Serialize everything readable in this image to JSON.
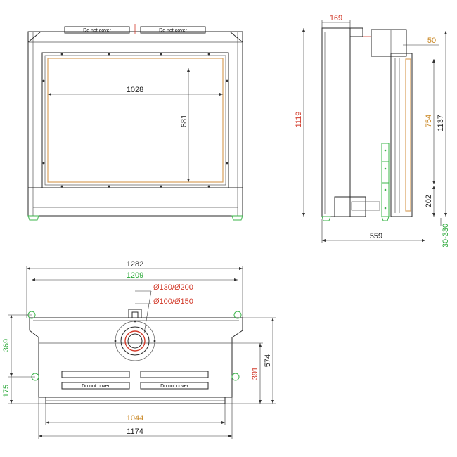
{
  "colors": {
    "line": "#2a2a2a",
    "dim_black": "#222222",
    "dim_red": "#d23a2a",
    "dim_green": "#2aa838",
    "dim_orange": "#c8841e",
    "glass_outline": "#d9a15c",
    "feet": "#3bb54a"
  },
  "front_view": {
    "label_left": "Do not cover",
    "label_right": "Do not cover",
    "dim_width": "1028",
    "dim_height": "681"
  },
  "side_view": {
    "dim_top_depth": "169",
    "dim_small_top": "50",
    "dim_total_height": "1119",
    "dim_glass_height": "754",
    "dim_overall_height": "1137",
    "dim_base": "202",
    "dim_depth": "559",
    "dim_adjust": "30-330"
  },
  "top_view": {
    "dim_outer": "1282",
    "dim_inner": "1209",
    "dim_flue_outer": "Ø130/Ø200",
    "dim_flue_inner": "Ø100/Ø150",
    "dim_depth_left": "369",
    "dim_bottom_left": "175",
    "dim_depth_right": "574",
    "dim_inner_right": "391",
    "dim_front": "1044",
    "dim_base_width": "1174",
    "label_left": "Do not cover",
    "label_right": "Do not cover"
  }
}
